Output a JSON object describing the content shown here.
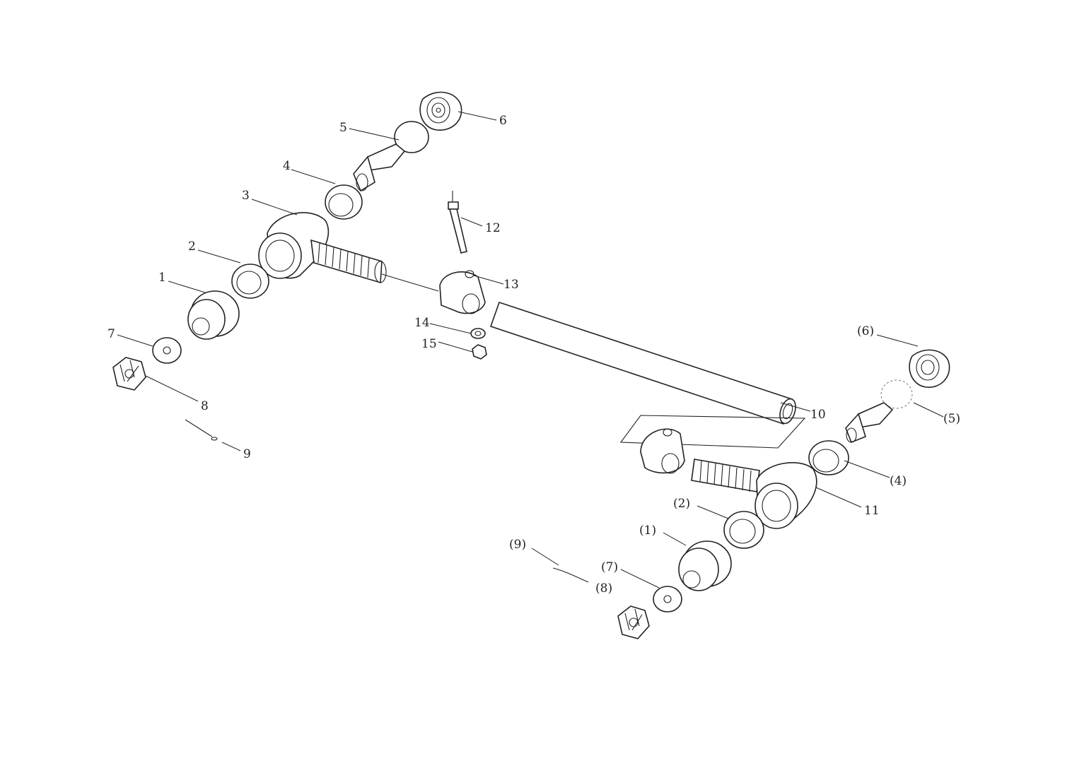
{
  "callouts": {
    "left": [
      "1",
      "2",
      "3",
      "4",
      "5",
      "6",
      "7",
      "8",
      "9"
    ],
    "shared": [
      "10",
      "11",
      "12",
      "13",
      "14",
      "15"
    ],
    "right": [
      "(1)",
      "(2)",
      "(4)",
      "(5)",
      "(6)",
      "(7)",
      "(8)",
      "(9)"
    ]
  }
}
